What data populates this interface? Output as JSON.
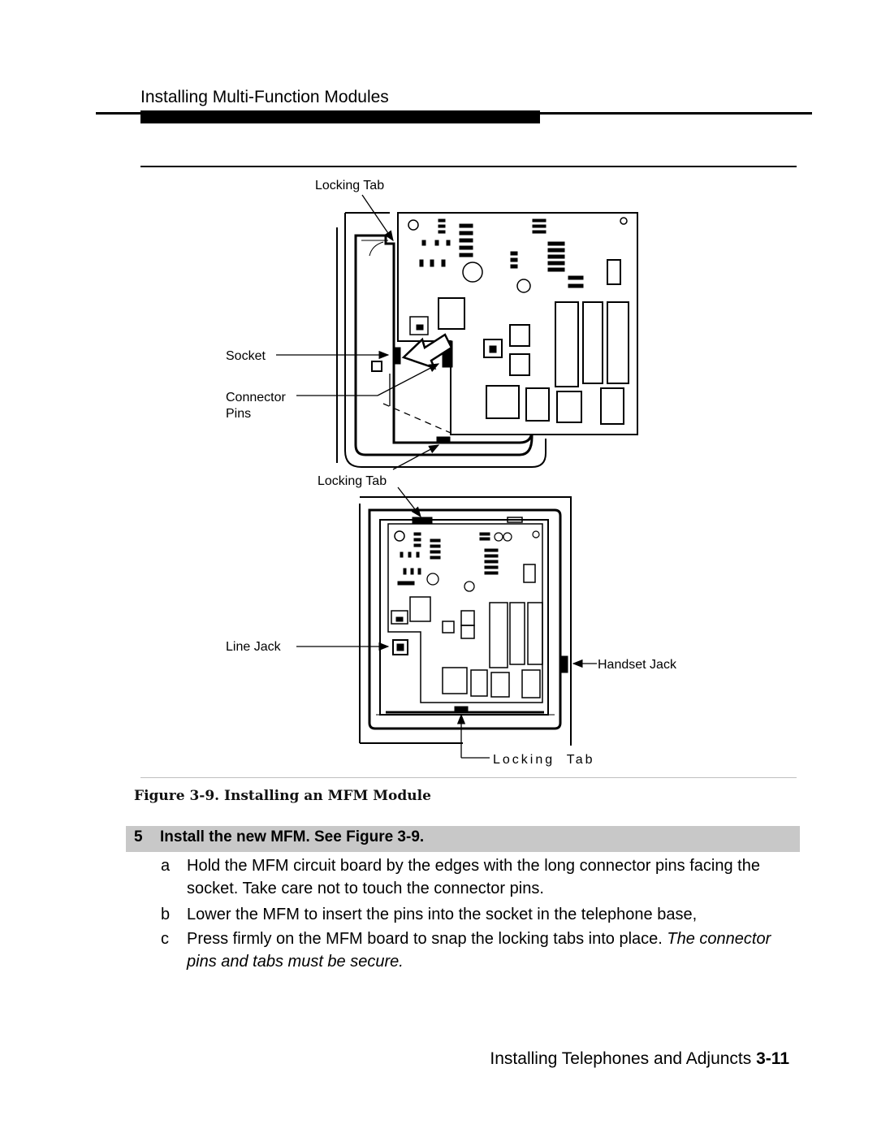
{
  "header": {
    "title": "Installing Multi-Function Modules"
  },
  "figure": {
    "labels": {
      "locking_tab_1": "Locking Tab",
      "socket": "Socket",
      "connector_pins_1": "Connector",
      "connector_pins_2": "Pins",
      "locking_tab_2": "Locking Tab",
      "line_jack": "Line Jack",
      "handset_jack": "Handset Jack",
      "locking_tab_3": "Locking  Tab"
    },
    "caption": "Figure 3-9. Installing an MFM Module"
  },
  "step": {
    "number": "5",
    "text": "Install the new MFM. See Figure 3-9.",
    "substeps": [
      {
        "letter": "a",
        "text": "Hold the MFM circuit board by the edges with the long connector pins facing the socket. Take care not to touch the connector pins."
      },
      {
        "letter": "b",
        "text": "Lower the MFM to insert the pins into the socket in the telephone base,"
      },
      {
        "letter": "c",
        "text": "Press firmly on the MFM board to snap the locking tabs into place.",
        "note": "The connector pins and tabs must be secure."
      }
    ]
  },
  "footer": {
    "section": "Installing Telephones and Adjuncts",
    "page": "3-11"
  }
}
